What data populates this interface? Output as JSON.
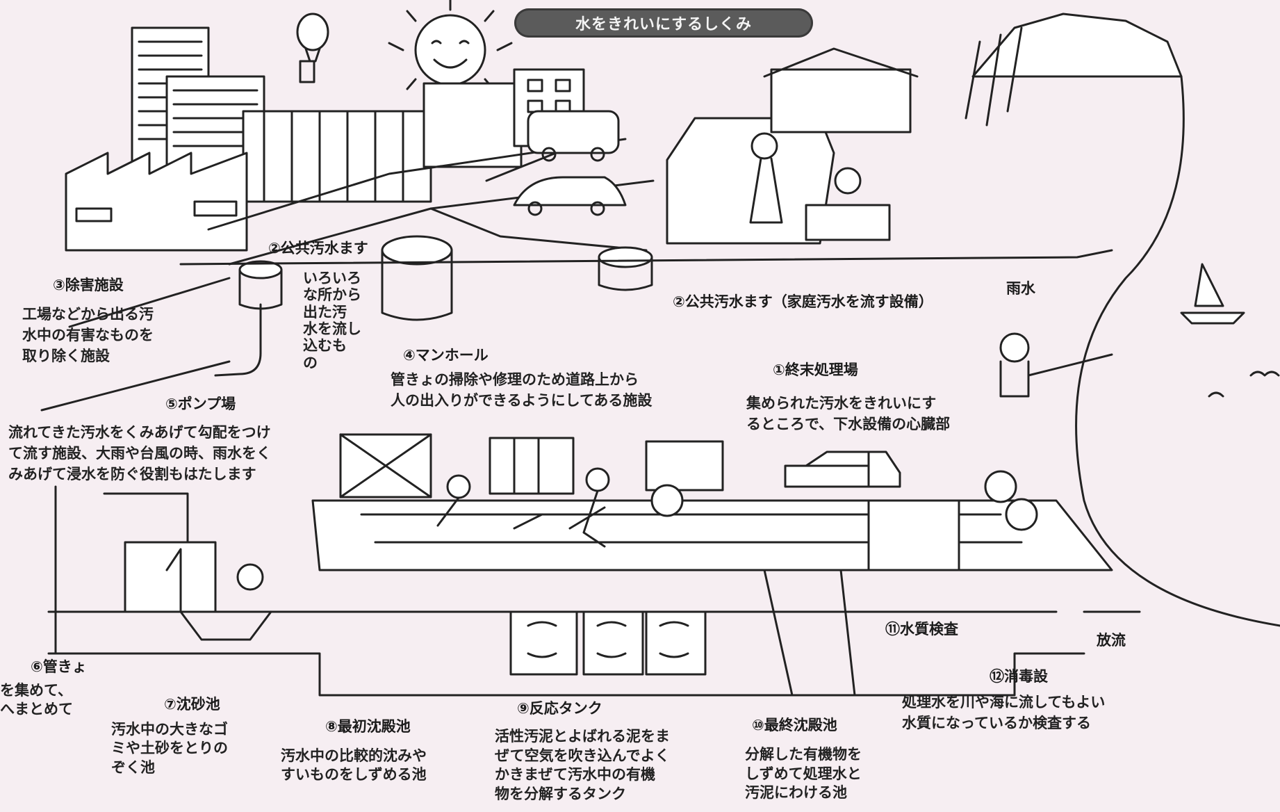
{
  "title": "水をきれいにするしくみ",
  "labels": {
    "l1": "①終末処理場",
    "l2a": "②公共汚水ます",
    "l2b": "②公共汚水ます（家庭汚水を流す設備）",
    "l3": "③除害施設",
    "l4": "④マンホール",
    "l5": "⑤ポンプ場",
    "l6": "⑥管きょ",
    "l7": "⑦沈砂池",
    "l8": "⑧最初沈殿池",
    "l9": "⑨反応タンク",
    "l10": "⑩最終沈殿池",
    "l11": "⑪水質検査",
    "l12": "⑫消毒設",
    "rain": "雨水",
    "discharge": "放流"
  },
  "descriptions": {
    "d1": [
      "集められた汚水をきれいにす",
      "るところで、下水設備の心臓部"
    ],
    "d2": [
      "いろいろ",
      "な所から",
      "出た汚",
      "水を流し",
      "込むも",
      "の"
    ],
    "d3": [
      "工場などから出る汚",
      "水中の有害なものを",
      "取り除く施設"
    ],
    "d4": [
      "管きょの掃除や修理のため道路上から",
      "人の出入りができるようにしてある施設"
    ],
    "d5": [
      "流れてきた汚水をくみあげて勾配をつけ",
      "て流す施設、大雨や台風の時、雨水をく",
      "みあげて浸水を防ぐ役割もはたします"
    ],
    "d6": [
      "を集めて、",
      "へまとめて"
    ],
    "d7": [
      "汚水中の大きなゴ",
      "ミや土砂をとりの",
      "ぞく池"
    ],
    "d8": [
      "汚水中の比較的沈みや",
      "すいものをしずめる池"
    ],
    "d9": [
      "活性汚泥とよばれる泥をま",
      "ぜて空気を吹き込んでよく",
      "かきまぜて汚水中の有機",
      "物を分解するタンク"
    ],
    "d10": [
      "分解した有機物を",
      "しずめて処理水と",
      "汚泥にわける池"
    ],
    "d11": [
      "処理水を川や海に流してもよい",
      "水質になっているか検査する"
    ]
  },
  "colors": {
    "paper": "#f6eef2",
    "ink": "#1b1b1b",
    "pill": "#5b5b5b"
  }
}
